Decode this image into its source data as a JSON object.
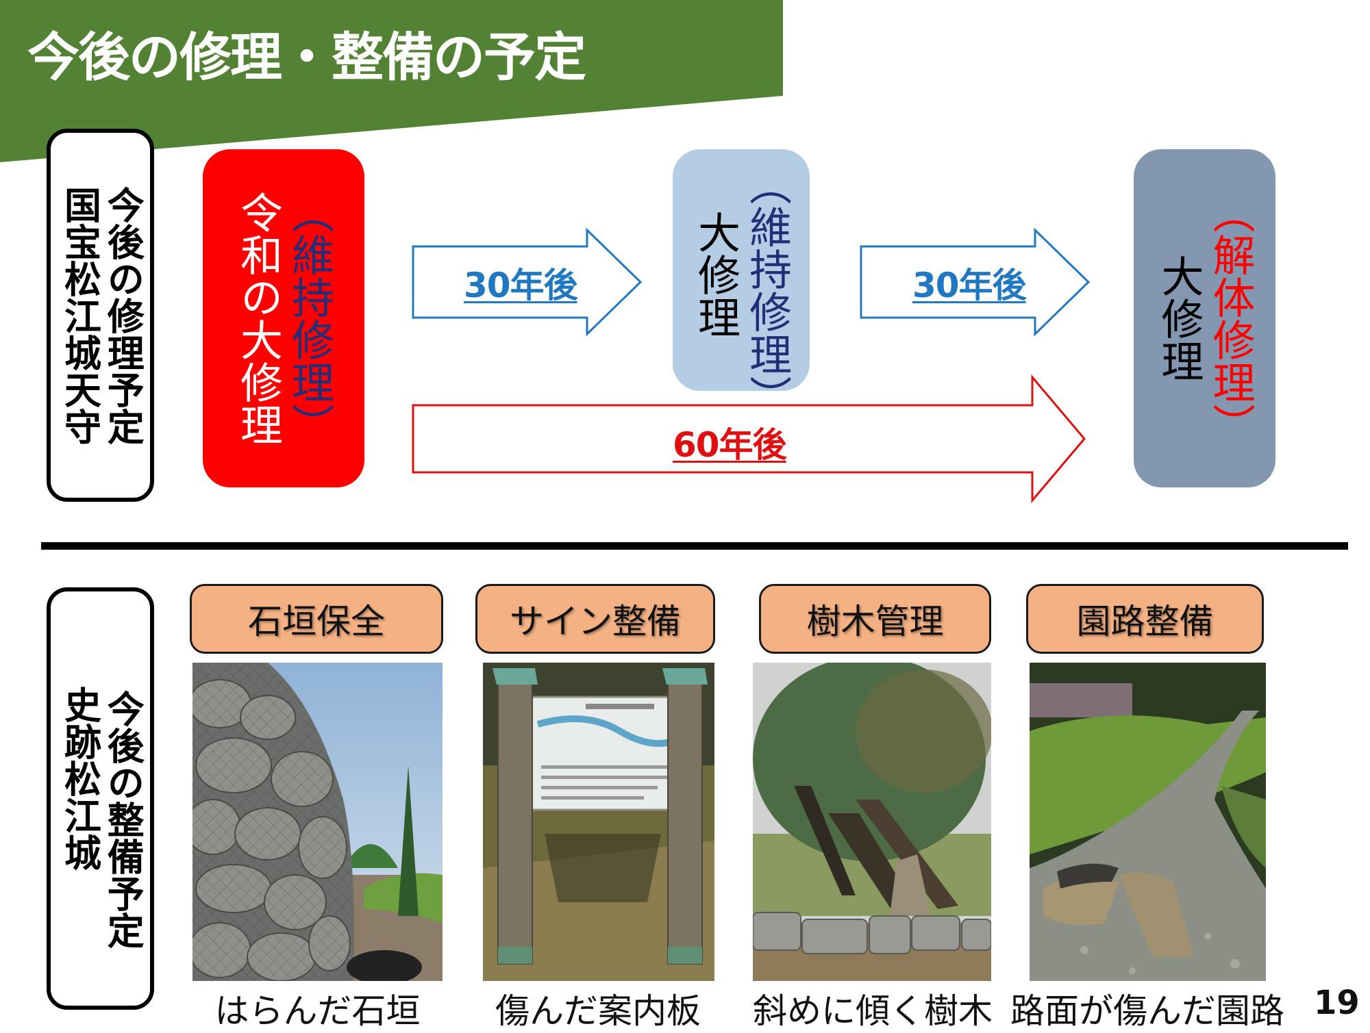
{
  "slide": {
    "title": "今後の修理・整備の予定",
    "page_number": "19"
  },
  "colors": {
    "banner": "#548235",
    "stage_red": "#FF0000",
    "stage_blue": "#B4CDE4",
    "stage_gray": "#8497B0",
    "arrow_blue": "#1F78C1",
    "arrow_red": "#E01010",
    "maintenance_text_navy": "#1F2F78",
    "category_header": "#F4B183"
  },
  "tenshu_plan": {
    "label_line1": "今後の修理予定",
    "label_line2": "国宝松江城天守",
    "stages": [
      {
        "main": "令和の大修理",
        "sub": "（維持修理）",
        "box_color": "red"
      },
      {
        "main": "大修理",
        "sub": "（維持修理）",
        "box_color": "light-blue"
      },
      {
        "main": "大修理",
        "sub": "（解体修理）",
        "box_color": "gray"
      }
    ],
    "arrows": [
      {
        "label": "30年後",
        "from": 0,
        "to": 1,
        "color": "blue"
      },
      {
        "label": "30年後",
        "from": 1,
        "to": 2,
        "color": "blue"
      },
      {
        "label": "60年後",
        "from": 0,
        "to": 2,
        "color": "red"
      }
    ]
  },
  "site_plan": {
    "label_line1": "今後の整備予定",
    "label_line2": "史跡松江城",
    "categories": [
      {
        "header": "石垣保全",
        "caption": "はらんだ石垣",
        "photo": "bulging stone wall covered with net"
      },
      {
        "header": "サイン整備",
        "caption": "傷んだ案内板",
        "photo": "weathered information signboard"
      },
      {
        "header": "樹木管理",
        "caption": "斜めに傾く樹木",
        "photo": "pine trees leaning diagonally"
      },
      {
        "header": "園路整備",
        "caption": "路面が傷んだ園路",
        "photo": "damaged garden path surface"
      }
    ]
  }
}
